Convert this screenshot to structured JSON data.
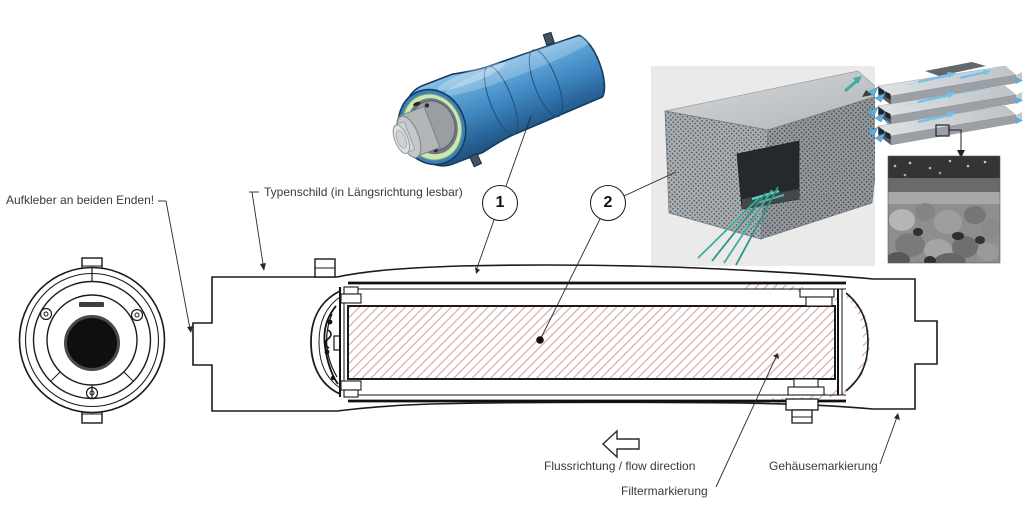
{
  "annotations": {
    "sticker_note": "Aufkleber an beiden Enden!",
    "nameplate_note": "Typenschild (in Längsrichtung lesbar)",
    "flow_direction": "Flussrichtung / flow direction",
    "housing_marking": "Gehäusemarkierung",
    "filter_marking": "Filtermarkierung"
  },
  "callouts": [
    {
      "number": "1"
    },
    {
      "number": "2"
    }
  ],
  "icons": {
    "flow_direction_arrow": "hollow-left-arrow",
    "callout_circle": "numbered-balloon"
  },
  "colors": {
    "line": "#1b1b1b",
    "label_text": "#3a3a3a",
    "filter_hatch_red": "#cf9090",
    "housing_blue": "#3c86c0",
    "gasket_green": "#c9e8b4",
    "fiber_teal": "#3fae9e",
    "flow_arrow_blue": "#63b2e2",
    "inset_background": "#eaeaea"
  }
}
